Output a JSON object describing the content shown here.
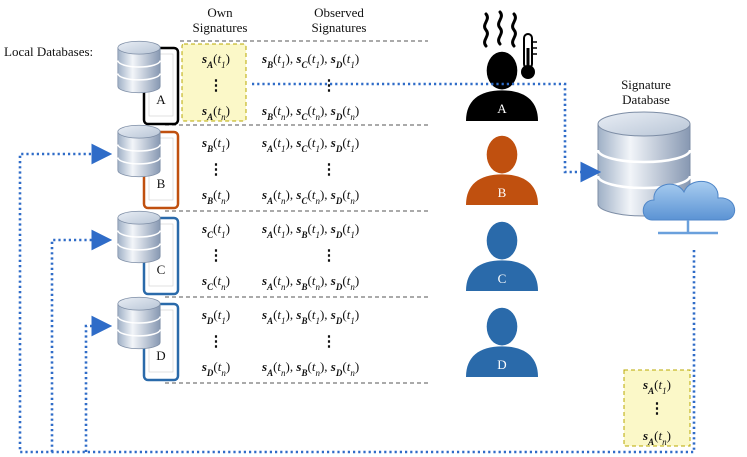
{
  "headers": {
    "local_databases": "Local Databases:",
    "own_signatures": [
      "Own",
      "Signatures"
    ],
    "observed_signatures": [
      "Observed",
      "Signatures"
    ],
    "signature_database": [
      "Signature",
      "Database"
    ]
  },
  "rows": [
    {
      "id": "A",
      "color": "#000000",
      "own_top": "s_A(t_1)",
      "own_bottom": "s_A(t_n)",
      "obs_top": "s_B(t_1), s_C(t_1), s_D(t_1)",
      "obs_bottom": "s_B(t_n), s_C(t_n), s_D(t_n)"
    },
    {
      "id": "B",
      "color": "#c0500f",
      "own_top": "s_B(t_1)",
      "own_bottom": "s_B(t_n)",
      "obs_top": "s_A(t_1), s_C(t_1), s_D(t_1)",
      "obs_bottom": "s_A(t_n), s_C(t_n), s_D(t_n)"
    },
    {
      "id": "C",
      "color": "#2a6aaa",
      "own_top": "s_C(t_1)",
      "own_bottom": "s_C(t_n)",
      "obs_top": "s_A(t_1), s_B(t_1), s_D(t_1)",
      "obs_bottom": "s_A(t_n), s_B(t_n), s_D(t_n)"
    },
    {
      "id": "D",
      "color": "#2a6aaa",
      "own_top": "s_D(t_1)",
      "own_bottom": "s_D(t_n)",
      "obs_top": "s_A(t_1), s_B(t_1), s_D(t_1)",
      "obs_bottom": "s_A(t_n), s_B(t_n), s_D(t_n)"
    }
  ],
  "broadcast_box": {
    "top": "s_A(t_1)",
    "bottom": "s_A(t_n)"
  },
  "colors": {
    "arrow": "#2f6cc8",
    "highlight_fill": "#fbf8c8",
    "highlight_border": "#b8a800",
    "db_light": "#dfe6ef",
    "db_dark": "#7f93ad"
  }
}
